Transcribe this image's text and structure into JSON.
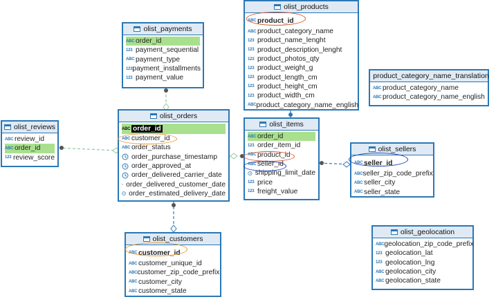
{
  "tables": {
    "payments": {
      "title": "olist_payments",
      "columns": [
        {
          "icon": "ABC",
          "name": "order_id"
        },
        {
          "icon": "123",
          "name": "payment_sequential"
        },
        {
          "icon": "ABC",
          "name": "payment_type"
        },
        {
          "icon": "123",
          "name": "payment_installments"
        },
        {
          "icon": "123",
          "name": "payment_value"
        }
      ]
    },
    "products": {
      "title": "olist_products",
      "columns": [
        {
          "icon": "ABC",
          "name": "product_id"
        },
        {
          "icon": "ABC",
          "name": "product_category_name"
        },
        {
          "icon": "123",
          "name": "product_name_lenght"
        },
        {
          "icon": "123",
          "name": "product_description_lenght"
        },
        {
          "icon": "123",
          "name": "product_photos_qty"
        },
        {
          "icon": "123",
          "name": "product_weight_g"
        },
        {
          "icon": "123",
          "name": "product_length_cm"
        },
        {
          "icon": "123",
          "name": "product_height_cm"
        },
        {
          "icon": "123",
          "name": "product_width_cm"
        },
        {
          "icon": "ABC",
          "name": "product_category_name_english"
        }
      ]
    },
    "translation": {
      "title": "product_category_name_translation",
      "columns": [
        {
          "icon": "ABC",
          "name": "product_category_name"
        },
        {
          "icon": "ABC",
          "name": "product_category_name_english"
        }
      ]
    },
    "reviews": {
      "title": "olist_reviews",
      "columns": [
        {
          "icon": "ABC",
          "name": "review_id"
        },
        {
          "icon": "ABC",
          "name": "order_id"
        },
        {
          "icon": "123",
          "name": "review_score"
        }
      ]
    },
    "orders": {
      "title": "olist_orders",
      "columns": [
        {
          "icon": "ABC",
          "name": "order_id"
        },
        {
          "icon": "ABC",
          "name": "customer_id"
        },
        {
          "icon": "ABC",
          "name": "order_status"
        },
        {
          "icon": "clock",
          "name": "order_purchase_timestamp"
        },
        {
          "icon": "clock",
          "name": "order_approved_at"
        },
        {
          "icon": "clock",
          "name": "order_delivered_carrier_date"
        },
        {
          "icon": "clock",
          "name": "order_delivered_customer_date"
        },
        {
          "icon": "clock",
          "name": "order_estimated_delivery_date"
        }
      ]
    },
    "items": {
      "title": "olist_items",
      "columns": [
        {
          "icon": "ABC",
          "name": "order_id"
        },
        {
          "icon": "123",
          "name": "order_item_id"
        },
        {
          "icon": "ABC",
          "name": "product_id"
        },
        {
          "icon": "ABC",
          "name": "seller_id"
        },
        {
          "icon": "clock",
          "name": "shipping_limit_date"
        },
        {
          "icon": "123",
          "name": "price"
        },
        {
          "icon": "123",
          "name": "freight_value"
        }
      ]
    },
    "sellers": {
      "title": "olist_sellers",
      "columns": [
        {
          "icon": "ABC",
          "name": "seller_id"
        },
        {
          "icon": "ABC",
          "name": "seller_zip_code_prefix"
        },
        {
          "icon": "ABC",
          "name": "seller_city"
        },
        {
          "icon": "ABC",
          "name": "seller_state"
        }
      ]
    },
    "customers": {
      "title": "olist_customers",
      "columns": [
        {
          "icon": "ABC",
          "name": "customer_id"
        },
        {
          "icon": "ABC",
          "name": "customer_unique_id"
        },
        {
          "icon": "ABC",
          "name": "customer_zip_code_prefix"
        },
        {
          "icon": "ABC",
          "name": "customer_city"
        },
        {
          "icon": "ABC",
          "name": "customer_state"
        }
      ]
    },
    "geolocation": {
      "title": "olist_geolocation",
      "columns": [
        {
          "icon": "ABC",
          "name": "geolocation_zip_code_prefix"
        },
        {
          "icon": "123",
          "name": "geolocation_lat"
        },
        {
          "icon": "123",
          "name": "geolocation_lng"
        },
        {
          "icon": "ABC",
          "name": "geolocation_city"
        },
        {
          "icon": "ABC",
          "name": "geolocation_state"
        }
      ]
    }
  },
  "colors": {
    "table_border": "#2a77b6",
    "header_bg": "#dfeaf5",
    "key_highlight": "#a9e08d",
    "link_green": "#8fc99a",
    "link_blue": "#2a77b6",
    "oval_orange": "#e8962a",
    "oval_red": "#d9552a",
    "oval_blue": "#1a3fb0"
  }
}
